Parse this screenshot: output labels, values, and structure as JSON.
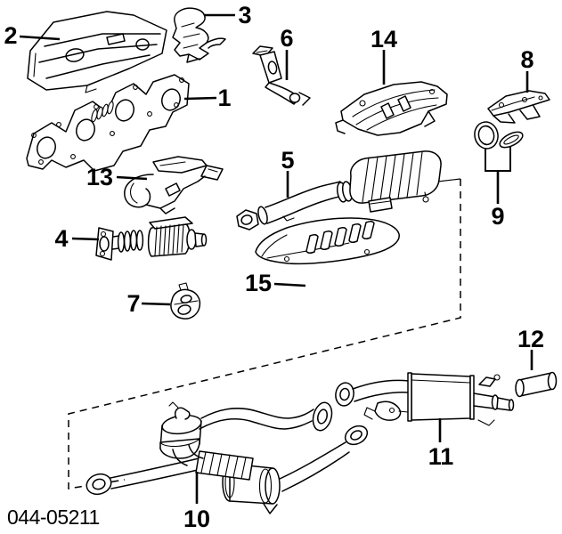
{
  "drawing_code": "044-05211",
  "colors": {
    "line": "#000000",
    "background": "#ffffff"
  },
  "callouts": {
    "c1": "1",
    "c2": "2",
    "c3": "3",
    "c4": "4",
    "c5": "5",
    "c6": "6",
    "c7": "7",
    "c8": "8",
    "c9": "9",
    "c10": "10",
    "c11": "11",
    "c12": "12",
    "c13": "13",
    "c14": "14",
    "c15": "15"
  }
}
